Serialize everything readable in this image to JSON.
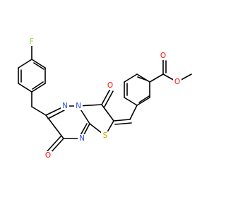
{
  "atoms": [
    {
      "id": "F",
      "label": "F"
    },
    {
      "id": "O_top",
      "label": "O"
    },
    {
      "id": "O_est",
      "label": "O"
    },
    {
      "id": "O_c3",
      "label": "O"
    },
    {
      "id": "N_a",
      "label": "N"
    },
    {
      "id": "N_b",
      "label": "N"
    },
    {
      "id": "O_c7",
      "label": "O"
    },
    {
      "id": "N_c",
      "label": "N"
    },
    {
      "id": "S",
      "label": "S"
    }
  ],
  "colors": {
    "F": "#90e050",
    "O": "#ff0d0d",
    "N": "#3050f8",
    "S": "#c8a800"
  }
}
